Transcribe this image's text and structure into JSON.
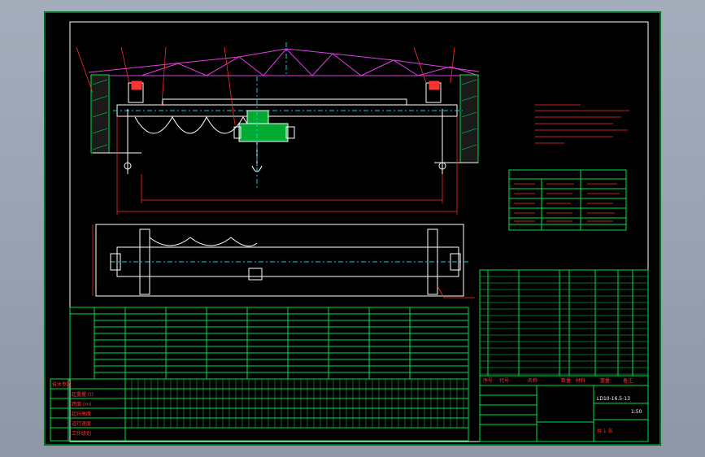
{
  "drawing": {
    "background": "#000000",
    "frame_color": "#00e04a",
    "outline_color": "#ffffff",
    "dimension_color": "#ff2a2a",
    "roof_truss_color": "#e040e0",
    "hoist_color": "#00cc33",
    "centerline_color": "#00d8d8"
  },
  "title_block": {
    "drawing_no": "LD10-16.5-13",
    "scale": "1:50",
    "sheet_label": "共 1 张"
  },
  "table_headers": {
    "col_serial": "序号",
    "col_code": "代号",
    "col_name": "名称",
    "col_qty": "数量",
    "col_material": "材料",
    "col_weight": "重量",
    "col_remark": "备注"
  },
  "left_table_labels": [
    "技术参数",
    "起重量 (t)",
    "跨度 (m)",
    "起升高度",
    "运行速度",
    "工作级别"
  ]
}
